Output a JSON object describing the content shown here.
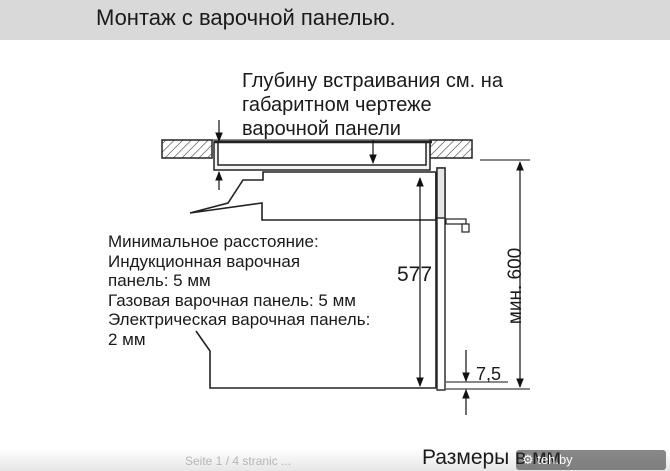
{
  "header": {
    "title": "Монтаж с варочной панелью."
  },
  "labels": {
    "depth_note": [
      "Глубину встраивания см. на",
      "габаритном чертеже",
      "варочной панели"
    ],
    "min_distance": [
      "Минимальное расстояние:",
      "Индукционная варочная",
      "панель: 5 мм",
      "Газовая варочная панель: 5 мм",
      "Электрическая варочная панель:",
      "2 мм"
    ]
  },
  "dimensions": {
    "height_577": "577",
    "min_600": "мин. 600",
    "gap_75": "7,5"
  },
  "footer": {
    "faded_text": "Seite 1 / 4 stranic ...",
    "right_text": "Размеры в мм",
    "watermark": "⚙ teh.by"
  }
}
